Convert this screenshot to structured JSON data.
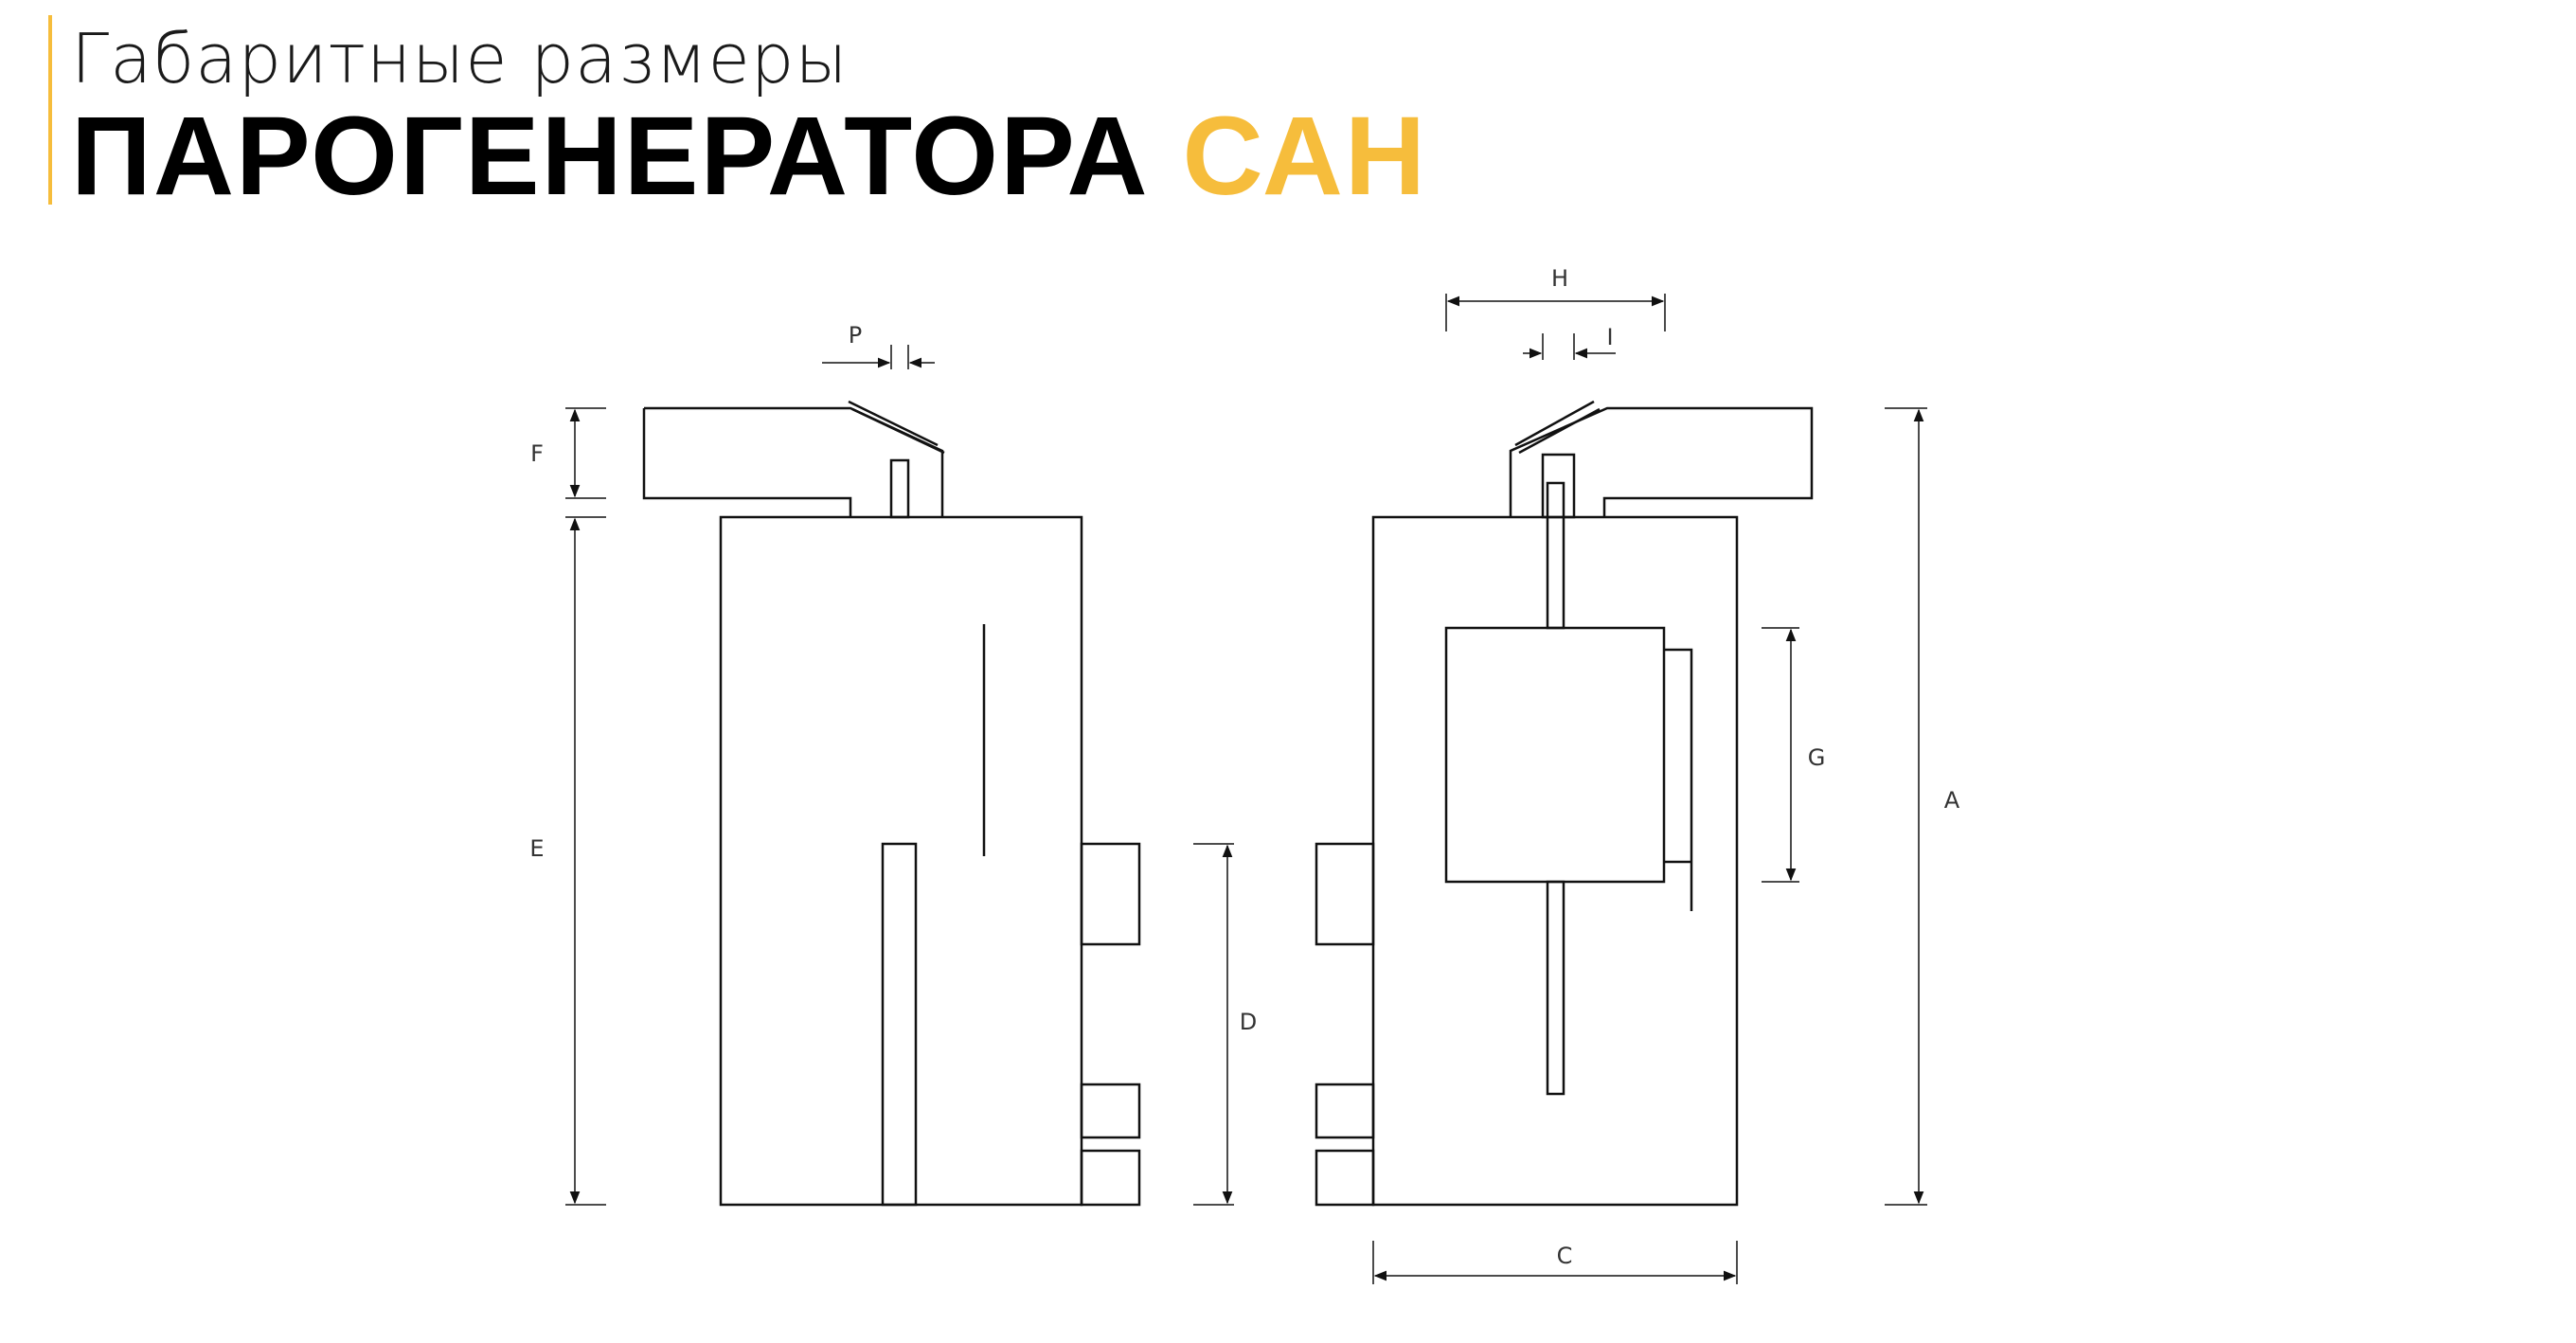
{
  "header": {
    "title_line1": "Габаритные размеры",
    "title_line2_main": "ПАРОГЕНЕРАТОРА",
    "title_line2_accent": "САН"
  },
  "colors": {
    "accent": "#f6bd3c",
    "line": "#111111"
  },
  "dimensions": {
    "P": "P",
    "F": "F",
    "E": "E",
    "D": "D",
    "H": "H",
    "I": "I",
    "G": "G",
    "A": "A",
    "C": "C"
  }
}
